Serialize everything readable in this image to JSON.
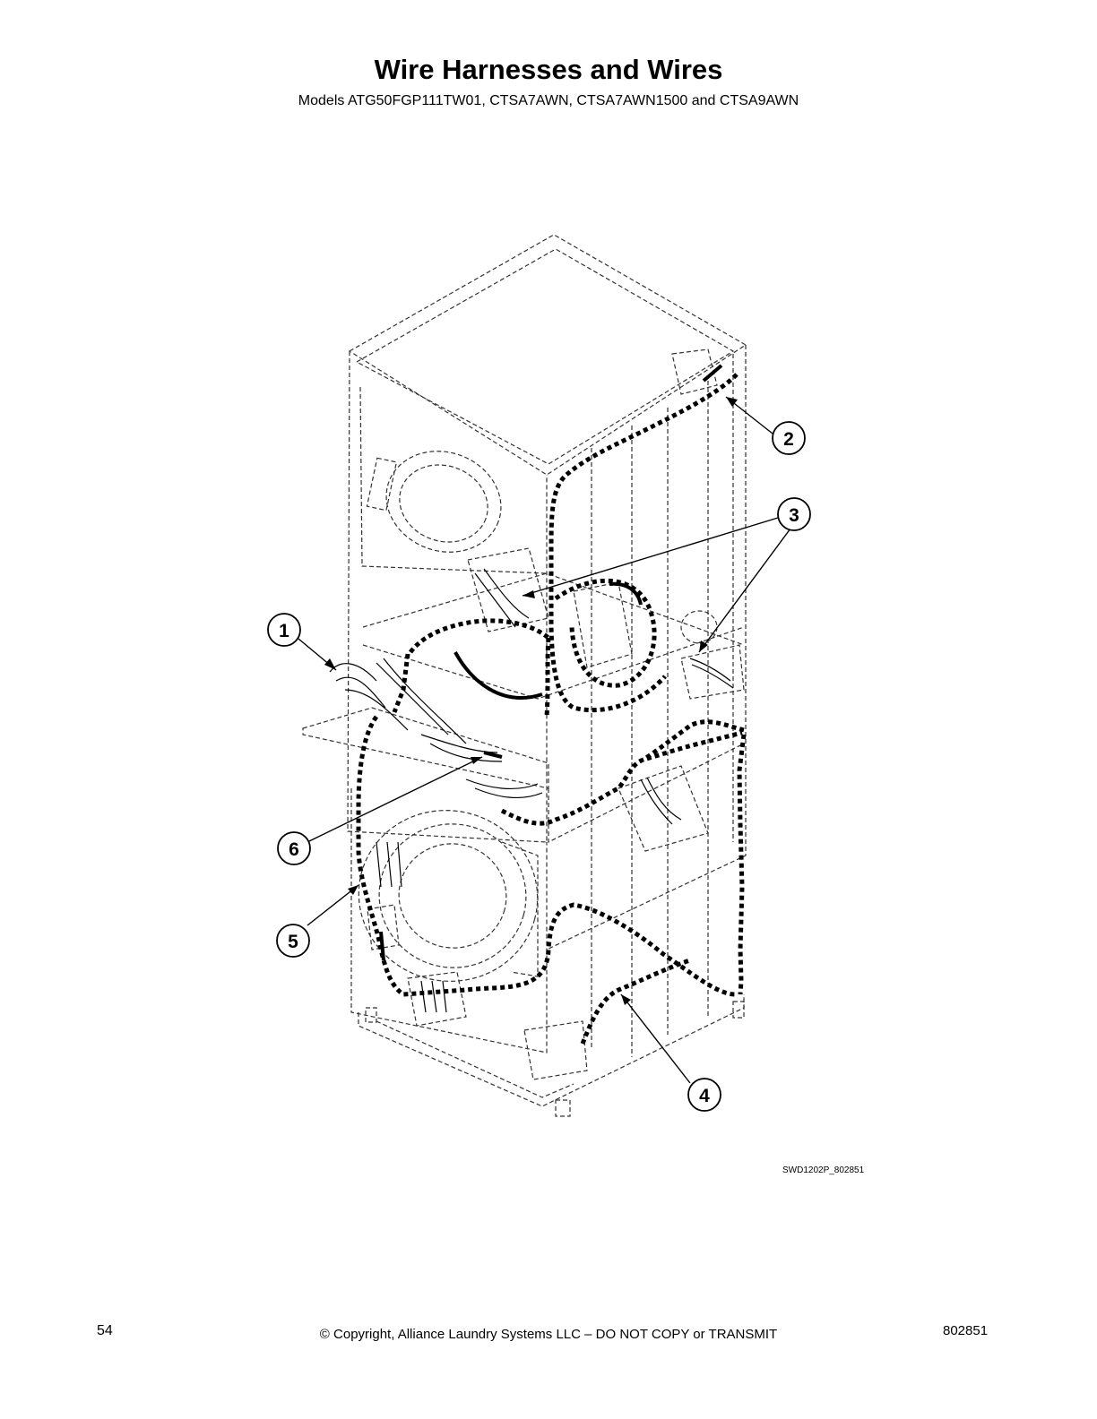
{
  "header": {
    "title": "Wire Harnesses and Wires",
    "subtitle": "Models ATG50FGP111TW01, CTSA7AWN, CTSA7AWN1500 and CTSA9AWN"
  },
  "diagram": {
    "callouts": [
      {
        "label": "1"
      },
      {
        "label": "2"
      },
      {
        "label": "3"
      },
      {
        "label": "4"
      },
      {
        "label": "5"
      },
      {
        "label": "6"
      }
    ],
    "drawing_id": "SWD1202P_802851"
  },
  "footer": {
    "page_number": "54",
    "copyright": "© Copyright, Alliance Laundry Systems LLC – DO NOT COPY or TRANSMIT",
    "document_number": "802851"
  }
}
